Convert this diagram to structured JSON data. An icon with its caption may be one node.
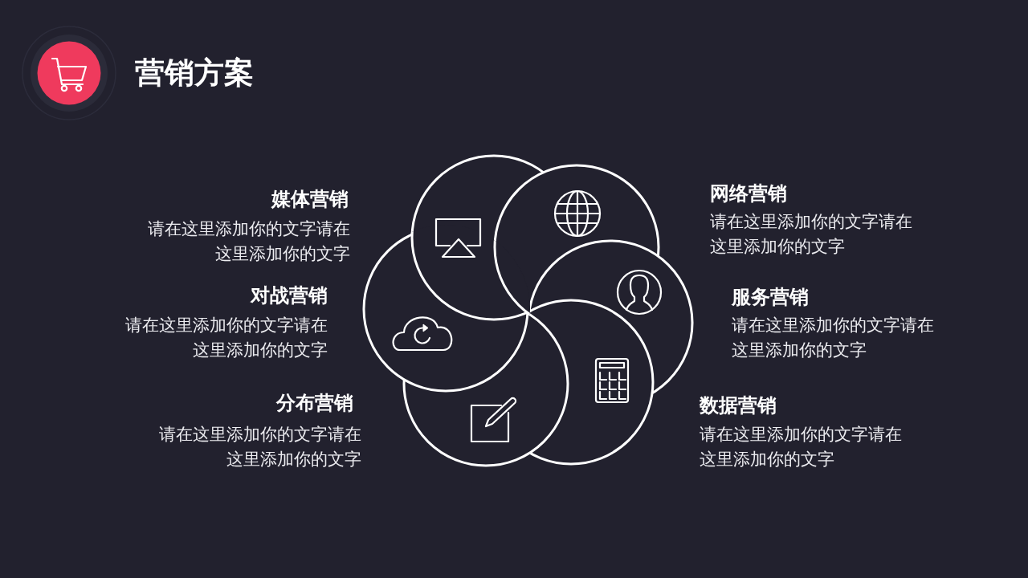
{
  "diagram": {
    "title": "营销方案",
    "labels": [
      "媒体营销",
      "请在这里添加你的文字请在这里添加你的文字",
      "对战营销",
      "请在这里添加你的文字请在这里添加你的文字",
      "分布营销",
      "请在这里添加你的文字请在这里添加你的文字",
      "网络营销",
      "请在这里添加你的文字请在这里添加你的文字",
      "服务营销",
      "请在这里添加你的文字请在这里添加你的文字",
      "数据营销",
      "请在这里添加你的文字请在这里添加你的文字"
    ]
  }
}
